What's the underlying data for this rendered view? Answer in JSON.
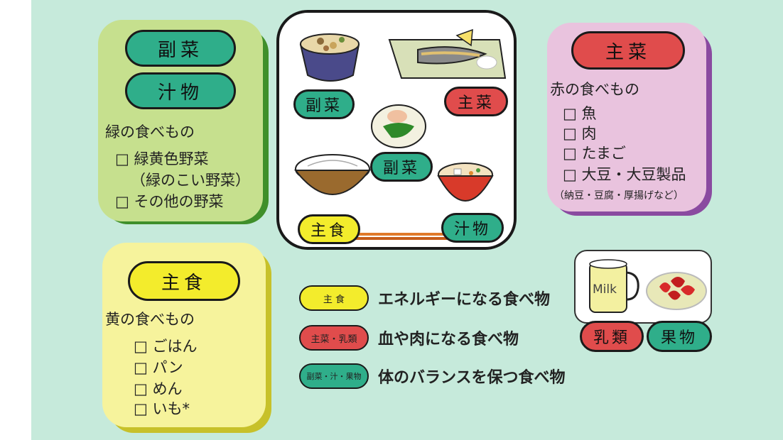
{
  "side_dish_card": {
    "pill_1": "副菜",
    "pill_2": "汁物",
    "heading": "緑の食べもの",
    "items": [
      "□ 緑黄色野菜",
      "（緑のこい野菜）",
      "□ その他の野菜"
    ]
  },
  "main_dish_card": {
    "pill": "主菜",
    "heading": "赤の食べもの",
    "items": [
      "□ 魚",
      "□ 肉",
      "□ たまご",
      "□ 大豆・大豆製品"
    ],
    "note": "（納豆・豆腐・厚揚げなど）"
  },
  "staple_card": {
    "pill": "主食",
    "heading": "黄の食べもの",
    "items": [
      "□ ごはん",
      "□ パン",
      "□ めん",
      "□ いも*"
    ]
  },
  "meal_tray": {
    "labels": {
      "side_top": "副菜",
      "main": "主菜",
      "side_center": "副菜",
      "staple": "主食",
      "soup": "汁物"
    }
  },
  "dairy_fruit_box": {
    "milk_text": "Milk",
    "dairy_label": "乳類",
    "fruit_label": "果物"
  },
  "legend": [
    {
      "badge": "主 食",
      "text": "エネルギーになる食べ物",
      "color": "#f3ec2c"
    },
    {
      "badge": "主菜・乳類",
      "text": "血や肉になる食べ物",
      "color": "#e04c4c"
    },
    {
      "badge": "副菜・汁・果物",
      "text": "体のバランスを保つ食べ物",
      "color": "#2fae8a"
    }
  ]
}
